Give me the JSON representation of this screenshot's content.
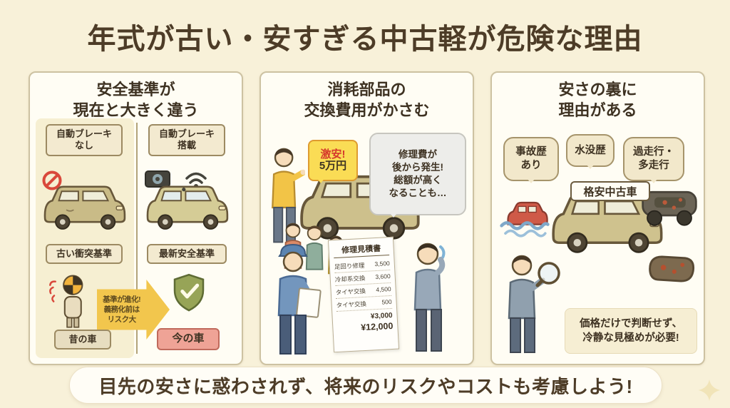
{
  "page": {
    "title": "年式が古い・安すぎる中古軽が危険な理由",
    "footer": "目先の安さに惑わされず、将来のリスクやコストも考慮しよう!"
  },
  "colors": {
    "background": "#f8f1d9",
    "title_brown": "#4d3c27",
    "arrow_yellow": "#f2c64d",
    "salmon": "#efa396",
    "cheap_red": "#d6392c"
  },
  "panel1": {
    "title": "安全基準が\n現在と大きく違う",
    "old_brake_label": "自動ブレーキ\nなし",
    "new_brake_label": "自動ブレーキ\n搭載",
    "old_standard_label": "古い衝突基準",
    "new_standard_label": "最新安全基準",
    "arrow_note": "基準が進化!\n義務化前は\nリスク大",
    "old_car_label": "昔の車",
    "new_car_label": "今の車"
  },
  "panel2": {
    "title": "消耗部品の\n交換費用がかさむ",
    "cheap_bubble_top": "激安!",
    "cheap_bubble_bottom": "5万円",
    "repair_bubble": "修理費が\n後から発生!\n総額が高く\nなることも…",
    "invoice": {
      "title": "修理見積書",
      "items": [
        {
          "name": "足回り修理",
          "price": "3,500"
        },
        {
          "name": "冷却系交換",
          "price": "3,600"
        },
        {
          "name": "タイヤ交換",
          "price": "4,500"
        },
        {
          "name": "タイヤ交換",
          "price": "500"
        }
      ],
      "subtotal": "¥3,000",
      "total": "¥12,000"
    }
  },
  "panel3": {
    "title": "安さの裏に\n理由がある",
    "bubble_accident": "事故歴\nあり",
    "bubble_flood": "水没歴",
    "bubble_mileage": "過走行・\n多走行",
    "car_tag": "格安中古車",
    "note": "価格だけで判断せず、\n冷静な見極めが必要!"
  }
}
